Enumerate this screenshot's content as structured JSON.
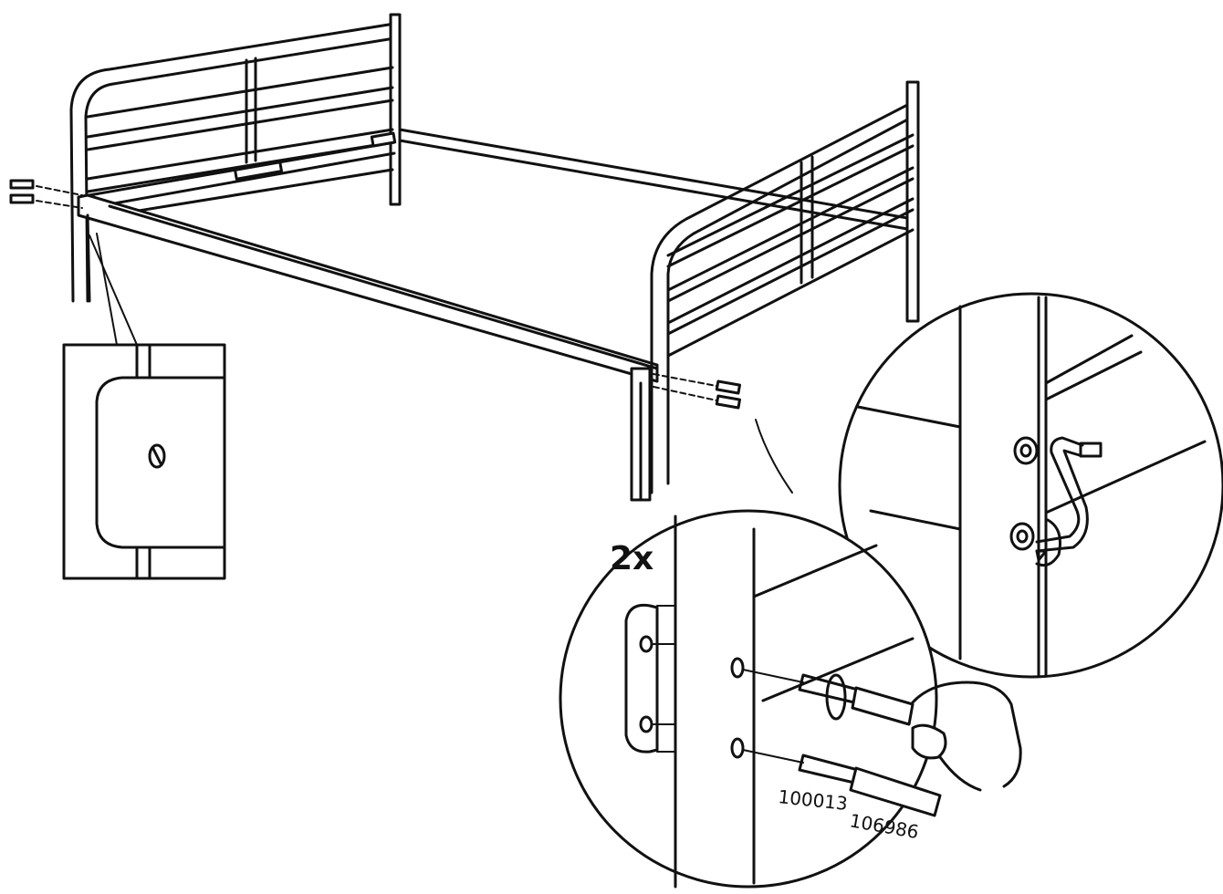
{
  "instruction": {
    "quantity_label": "2x",
    "part_numbers": [
      "100013",
      "106986"
    ]
  },
  "colors": {
    "line": "#111111",
    "background": "#ffffff"
  },
  "icons": [
    "bed-frame-illustration",
    "headboard-detail-icon",
    "allen-key-icon",
    "hand-icon",
    "screw-bolt-icon",
    "rotation-arrow-icon"
  ]
}
